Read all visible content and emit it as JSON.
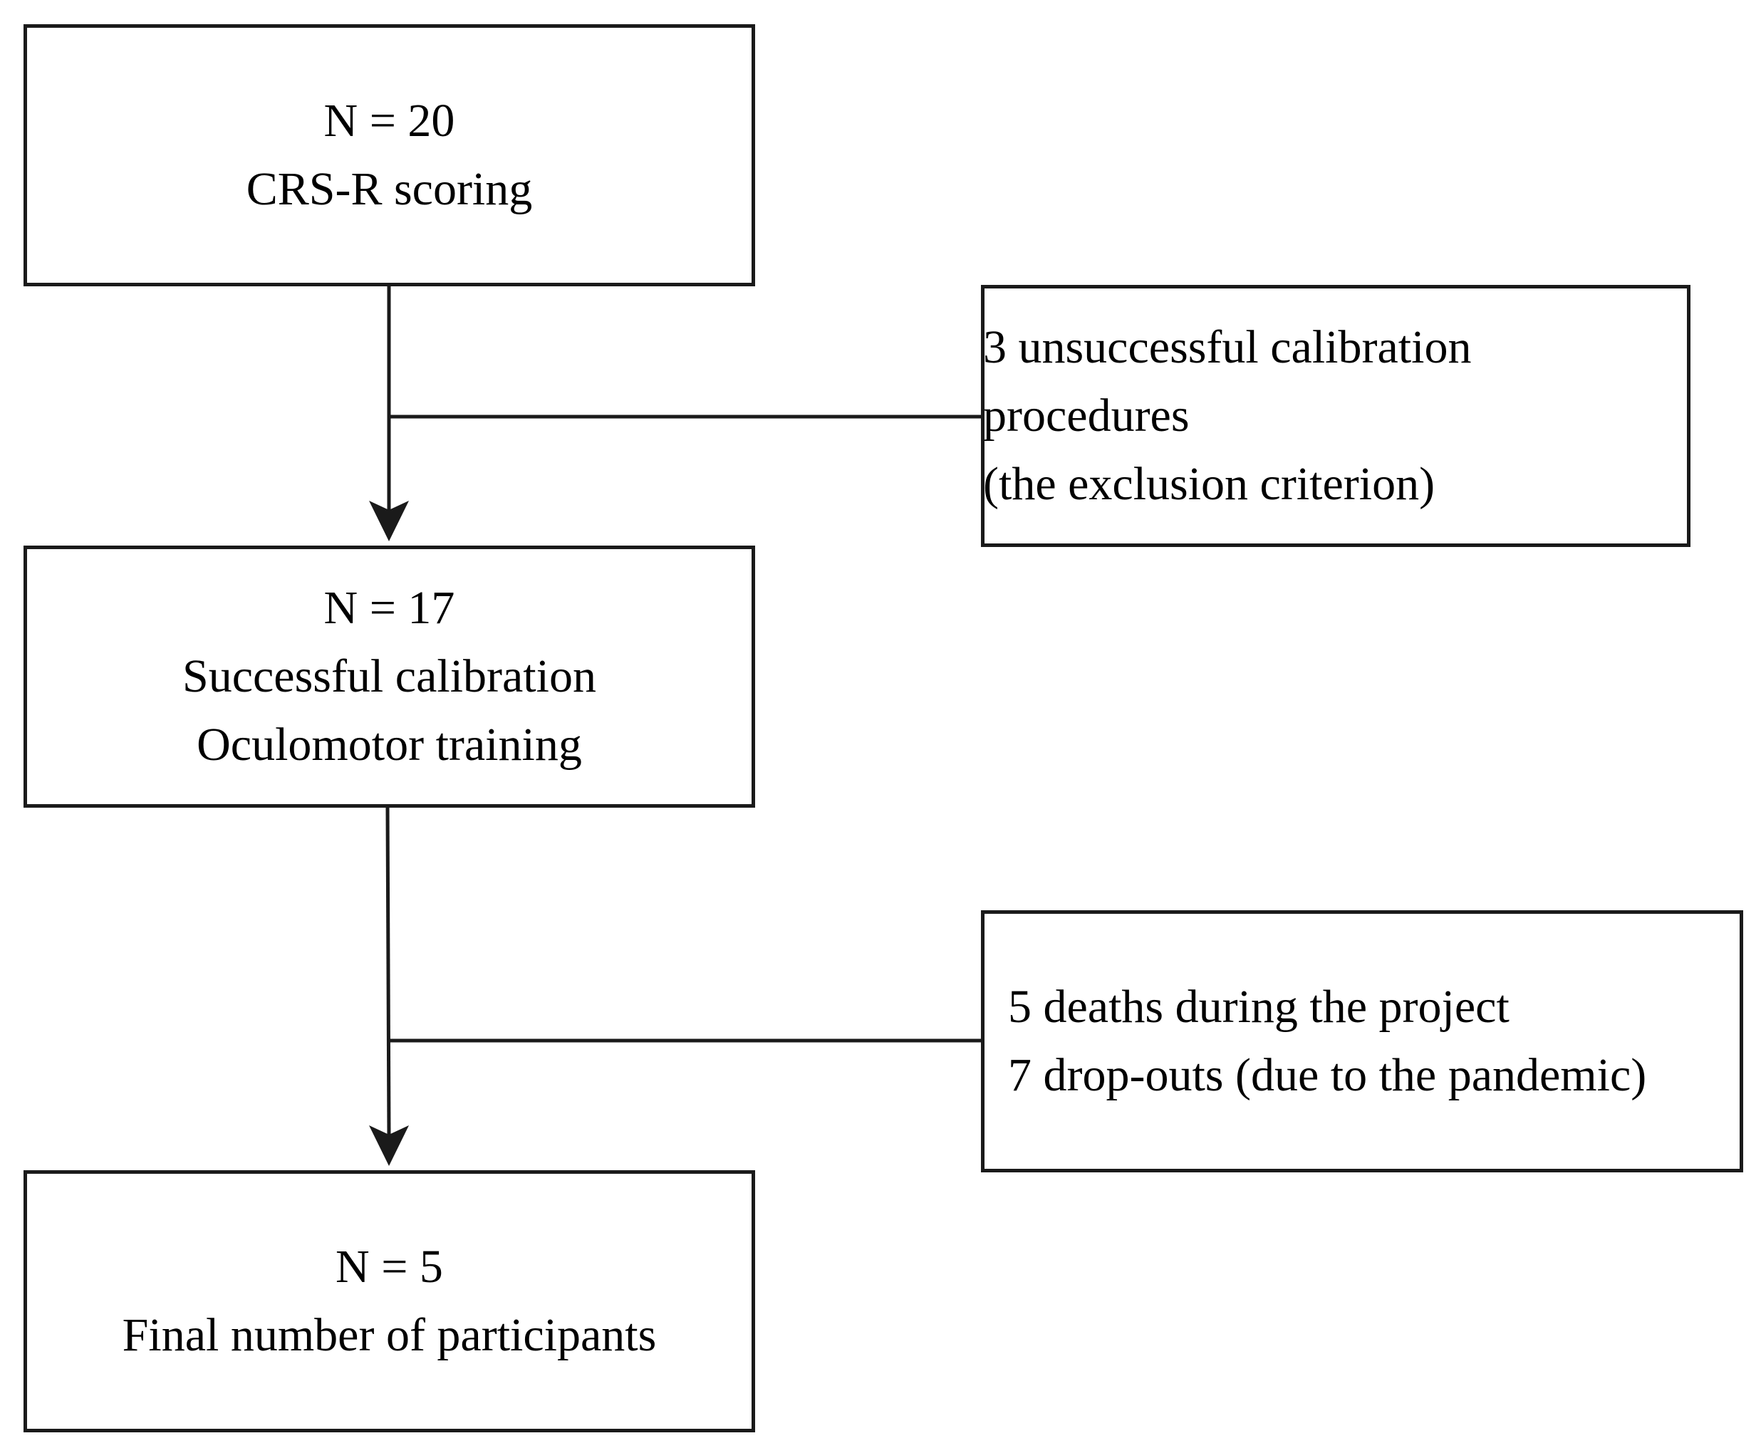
{
  "flowchart": {
    "main_boxes": [
      {
        "lines": [
          "N = 20",
          "CRS-R scoring"
        ]
      },
      {
        "lines": [
          "N = 17",
          "Successful calibration",
          "Oculomotor training"
        ]
      },
      {
        "lines": [
          "N = 5",
          "Final number of participants"
        ]
      }
    ],
    "side_boxes": [
      {
        "lines": [
          "3 unsuccessful calibration",
          "procedures",
          "(the exclusion criterion)"
        ]
      },
      {
        "lines": [
          "5 deaths during the project",
          "7 drop-outs (due to the pandemic)"
        ]
      }
    ]
  },
  "colors": {
    "stroke": "#1a1a1a",
    "background": "#ffffff"
  }
}
